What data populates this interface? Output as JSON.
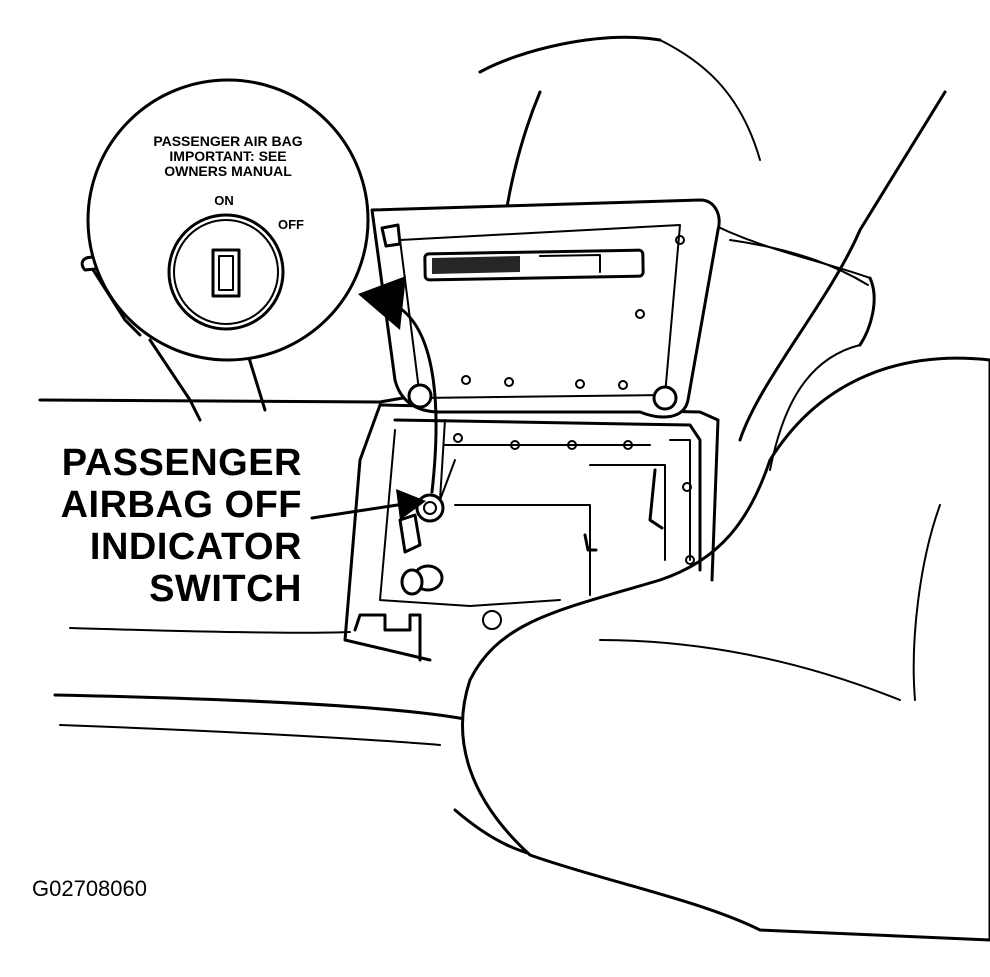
{
  "callout": {
    "lines": [
      "PASSENGER",
      "AIRBAG OFF",
      "INDICATOR",
      "SWITCH"
    ]
  },
  "inset": {
    "title_lines": [
      "PASSENGER AIR BAG",
      "IMPORTANT: SEE",
      "OWNERS MANUAL"
    ],
    "on_label": "ON",
    "off_label": "OFF"
  },
  "figure_id": "G02708060"
}
